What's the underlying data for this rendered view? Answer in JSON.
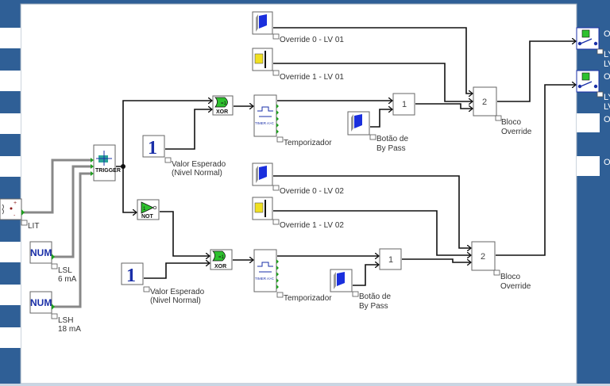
{
  "colors": {
    "background": "#2f5f96",
    "canvas": "#ffffff",
    "wire": "#111111",
    "analog_wire": "#888888",
    "constant_text": "#1a2fa8",
    "port": "#1e9e1e"
  },
  "right_panel": {
    "labels": [
      "O",
      "LY",
      "LV",
      "O",
      "LY",
      "LV",
      "O",
      "O"
    ]
  },
  "blocks": {
    "lit": {
      "label": "LIT",
      "icon": "transmitter-icon"
    },
    "lsl": {
      "text": "NUM",
      "label": "LSL",
      "value": "6 mA"
    },
    "lsh": {
      "text": "NUM",
      "label": "LSH",
      "value": "18 mA"
    },
    "trigger": {
      "text": "TRIGGER"
    },
    "const1": {
      "text": "1",
      "label1": "Valor Esperado",
      "label2": "(Nivel Normal)"
    },
    "const2": {
      "text": "1",
      "label1": "Valor Esperado",
      "label2": "(Nivel Normal)"
    },
    "not": {
      "text": "NOT",
      "inner": "1"
    },
    "xor1": {
      "text": "XOR",
      "inner": "=1"
    },
    "xor2": {
      "text": "XOR",
      "inner": "=1"
    },
    "timer1": {
      "text": "TIMER A>C",
      "label": "Temporizador"
    },
    "timer2": {
      "text": "TIMER A>C",
      "label": "Temporizador"
    },
    "ovr0_lv01": {
      "label": "Override 0 - LV 01"
    },
    "ovr1_lv01": {
      "label": "Override 1 - LV 01"
    },
    "ovr0_lv02": {
      "label": "Override 0 - LV 02"
    },
    "ovr1_lv02": {
      "label": "Override 1 - LV 02"
    },
    "gate1": {
      "text": "1"
    },
    "gate1b": {
      "text": "1"
    },
    "bypass1": {
      "label1": "Botão de",
      "label2": "By Pass"
    },
    "bypass2": {
      "label1": "Botão de",
      "label2": "By Pass"
    },
    "override1": {
      "text": "2",
      "label1": "Bloco",
      "label2": "Override"
    },
    "override2": {
      "text": "2",
      "label1": "Bloco",
      "label2": "Override"
    }
  }
}
